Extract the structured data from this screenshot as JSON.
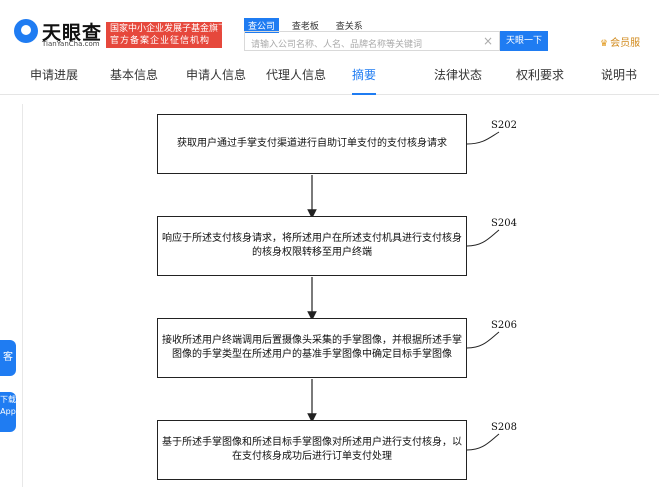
{
  "header": {
    "logo_cn": "天眼查",
    "logo_en": "TianYanCha.com",
    "badge_line1": "国家中小企业发展子基金旗下",
    "badge_line2": "官方备案企业征信机构",
    "search_tabs": [
      "查公司",
      "查老板",
      "查关系"
    ],
    "search_placeholder": "请输入公司名称、人名、品牌名称等关键词",
    "search_button": "天眼一下",
    "member_label": "会员服",
    "icons": {
      "logo": "tianyancha-logo-icon",
      "clear": "close-icon",
      "member": "crown-icon"
    },
    "colors": {
      "brand": "#1f7cf2",
      "badge": "#e6483c",
      "member": "#d18a1c"
    }
  },
  "tabs": [
    "申请进展",
    "基本信息",
    "申请人信息",
    "代理人信息",
    "摘要",
    "法律状态",
    "权利要求",
    "说明书"
  ],
  "active_tab": "摘要",
  "flowchart": {
    "steps": [
      {
        "label": "S202",
        "text": "获取用户通过手掌支付渠道进行自助订单支付的支付核身请求"
      },
      {
        "label": "S204",
        "text": "响应于所述支付核身请求，将所述用户在所述支付机具进行支付核身的核身权限转移至用户终端"
      },
      {
        "label": "S206",
        "text": "接收所述用户终端调用后置摄像头采集的手掌图像，并根据所述手掌图像的手掌类型在所述用户的基准手掌图像中确定目标手掌图像"
      },
      {
        "label": "S208",
        "text": "基于所述手掌图像和所述目标手掌图像对所述用户进行支付核身，以在支付核身成功后进行订单支付处理"
      }
    ]
  },
  "side_widgets": [
    "客",
    "下载 App"
  ]
}
